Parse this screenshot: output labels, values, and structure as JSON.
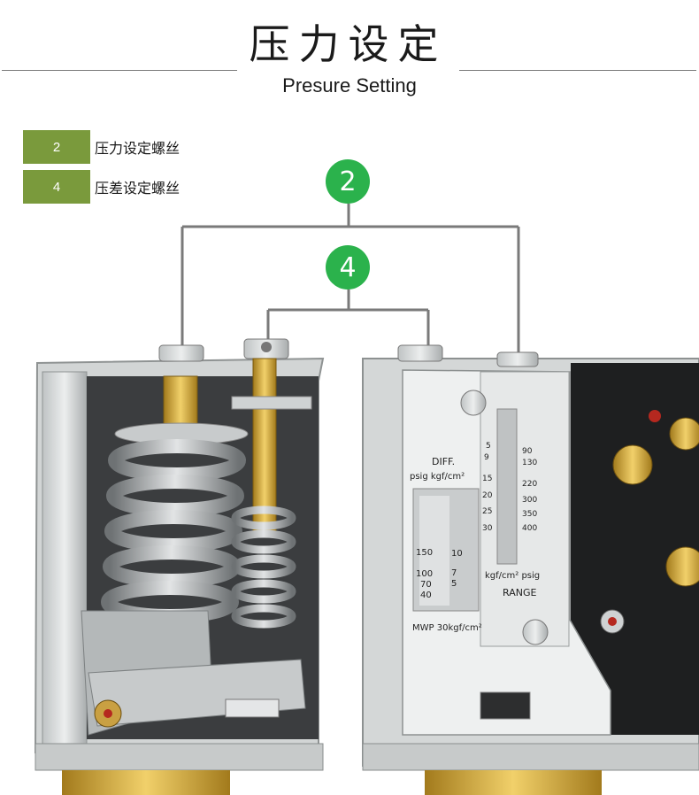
{
  "header": {
    "title_cn": "压力设定",
    "title_en": "Presure Setting"
  },
  "legend": [
    {
      "num": "2",
      "label": "压力设定螺丝"
    },
    {
      "num": "4",
      "label": "压差设定螺丝"
    }
  ],
  "callouts": [
    {
      "num": "2"
    },
    {
      "num": "4"
    }
  ],
  "colors": {
    "legend_bg": "#7a9a3c",
    "callout_bg": "#2bb24c",
    "leader_line": "#7a7a7a"
  },
  "plate": {
    "diff_line1": "DIFF.",
    "diff_line2": "psig kgf/cm²",
    "diff_scale_left": [
      "150",
      "100",
      "70",
      "40"
    ],
    "diff_scale_right": [
      "10",
      "7",
      "5"
    ],
    "range_scale_left": [
      "5",
      "9",
      "15",
      "20",
      "25",
      "30"
    ],
    "range_scale_right": [
      "90",
      "130",
      "220",
      "300",
      "350",
      "400"
    ],
    "range_units": "kgf/cm²  psig",
    "range_label": "RANGE",
    "mwp": "MWP 30kgf/cm²"
  }
}
